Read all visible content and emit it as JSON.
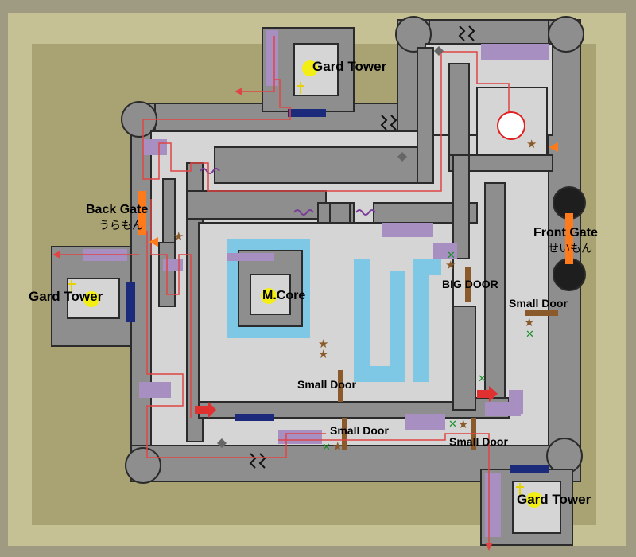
{
  "labels": {
    "gard_tower_nw": "Gard Tower",
    "gard_tower_w": "Gard Tower",
    "gard_tower_se": "Gard Tower",
    "back_gate": "Back Gate",
    "back_gate_jp": "うらもん",
    "front_gate": "Front Gate",
    "front_gate_jp": "せいもん",
    "m_core": "M.Core",
    "big_door": "BIG DOOR",
    "small_door_e": "Small Door",
    "small_door_inner": "Small Door",
    "small_door_s": "Small Door",
    "small_door_se": "Small Door"
  },
  "colors": {
    "outer_ground": "#9f9b83",
    "olive_ground": "#a9a374",
    "khaki_band": "#c6c195",
    "floor": "#d5d5d5",
    "wall": "#8e8e8e",
    "outline": "#2b2b2b",
    "water": "#7ec8e6",
    "purple_ledge": "#a88fc2",
    "door_wood": "#8b5a2b",
    "route_line": "#e04545",
    "orange_marker": "#ff7a1a",
    "yellow_marker": "#f3ef14",
    "navy_bar": "#1b2a7a",
    "green_x": "#1a8f2a",
    "star": "#8b5a2b"
  },
  "icons": [
    "cross-icon",
    "star-icon",
    "x-mark-icon",
    "diamond-icon",
    "arrow-icon",
    "orange-triangle-icon",
    "yellow-circle-icon",
    "white-orb-icon"
  ]
}
